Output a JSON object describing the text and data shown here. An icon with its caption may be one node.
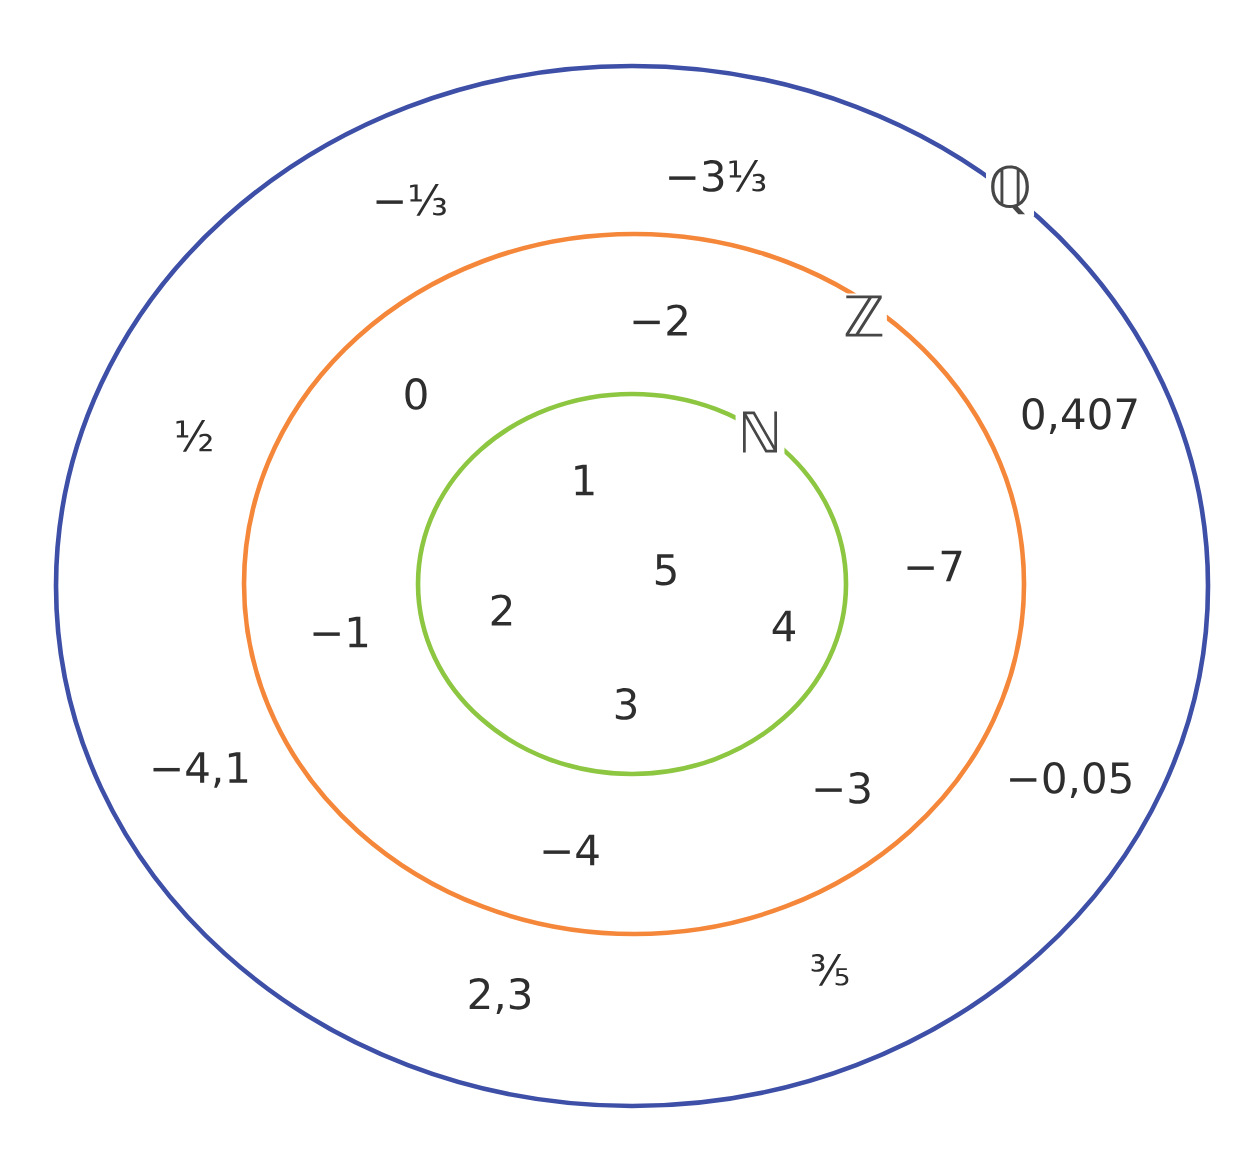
{
  "diagram": {
    "nodes": [
      {
        "text": [
          "ℚ",
          "−⅓",
          "−3⅓",
          "½",
          "0,407",
          "−4,1",
          "−0,05",
          "2,3",
          "⅗"
        ]
      },
      {
        "text": [
          "ℤ",
          "−2",
          "0",
          "−7",
          "−1",
          "−3",
          "−4"
        ],
        "in": 0
      },
      {
        "text": [
          "ℕ",
          "1",
          "5",
          "2",
          "4",
          "3"
        ],
        "in": 1
      }
    ]
  }
}
